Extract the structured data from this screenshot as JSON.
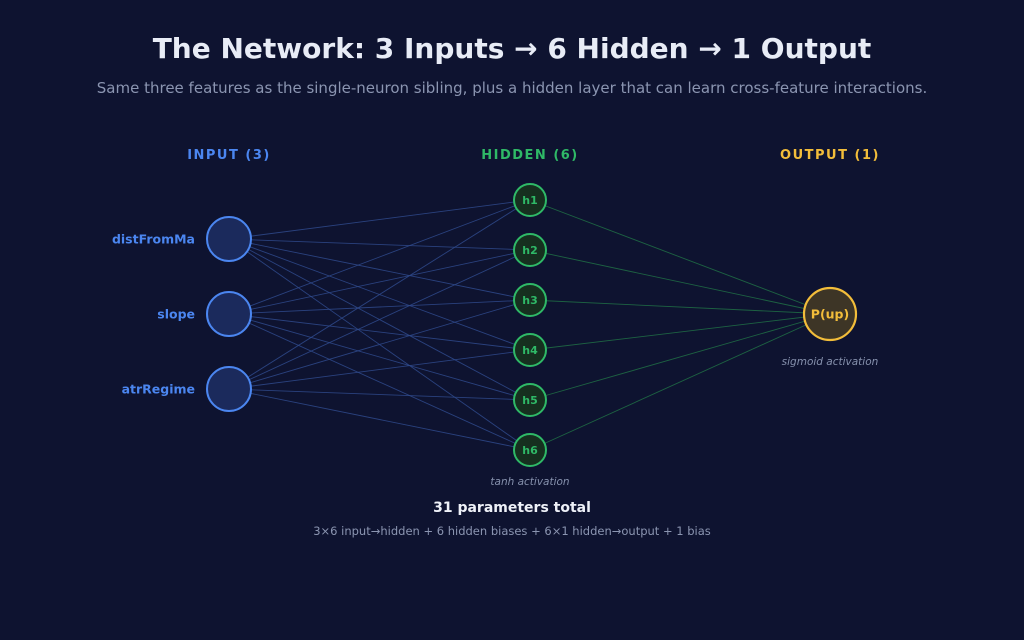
{
  "header": {
    "title": "The Network: 3 Inputs → 6 Hidden → 1 Output",
    "subtitle": "Same three features as the single-neuron sibling, plus a hidden layer that can learn cross-feature interactions."
  },
  "layers": {
    "input": {
      "label": "INPUT (3)",
      "nodes": [
        "distFromMa",
        "slope",
        "atrRegime"
      ],
      "color": "#4b86f0"
    },
    "hidden": {
      "label": "HIDDEN (6)",
      "nodes": [
        "h1",
        "h2",
        "h3",
        "h4",
        "h5",
        "h6"
      ],
      "activation": "tanh activation",
      "color": "#2fb967"
    },
    "output": {
      "label": "OUTPUT (1)",
      "nodes": [
        "P(up)"
      ],
      "activation": "sigmoid activation",
      "color": "#f2bd3a"
    }
  },
  "footer": {
    "params_total": "31 parameters total",
    "params_detail": "3×6 input→hidden + 6 hidden biases + 6×1 hidden→output + 1 bias"
  },
  "colors": {
    "background": "#0e1330",
    "input_fill": "#1b2a5c",
    "hidden_fill": "#16301f",
    "output_fill": "#3d3526",
    "input_edge": "#2f4a8c",
    "hidden_edge": "#1f6b45"
  }
}
